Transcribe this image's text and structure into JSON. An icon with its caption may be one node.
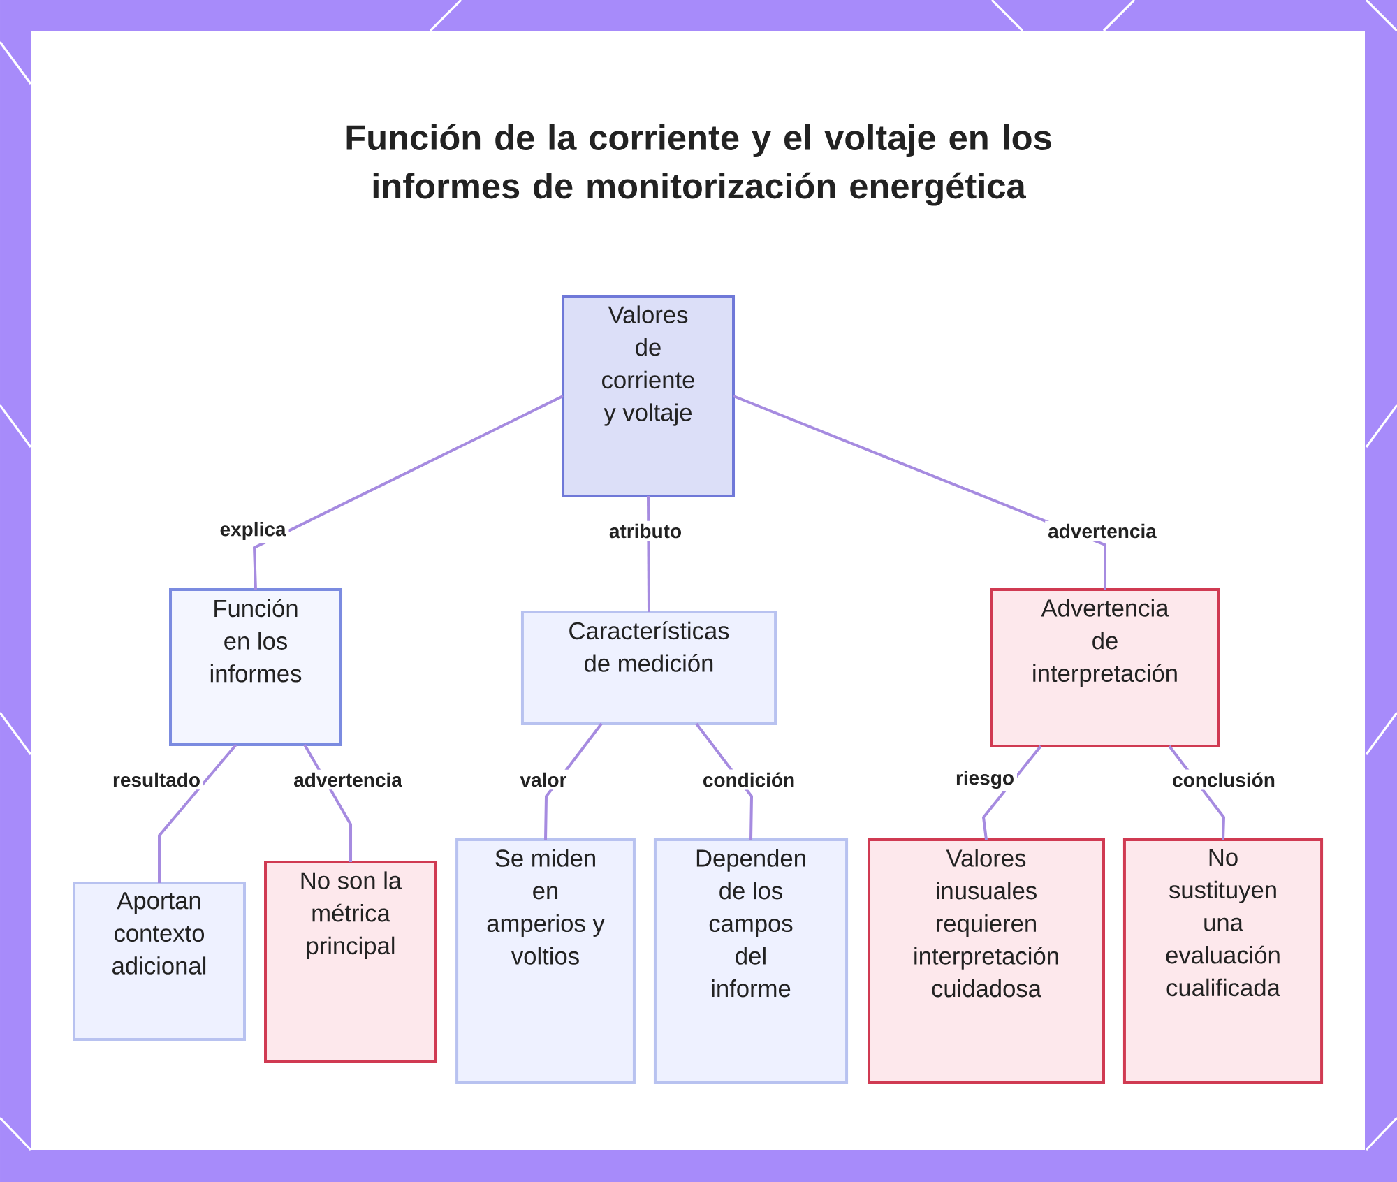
{
  "diagram": {
    "title": "Función de la corriente y el voltaje en los informes de monitorización energética",
    "nodes": [
      {
        "text": [
          "Valores de corriente y voltaje"
        ]
      },
      {
        "text": [
          "Función en los informes"
        ]
      },
      {
        "text": [
          "Características de medición"
        ]
      },
      {
        "text": [
          "Advertencia de interpretación"
        ]
      },
      {
        "text": [
          "Aportan contexto adicional"
        ]
      },
      {
        "text": [
          "No son la métrica principal"
        ]
      },
      {
        "text": [
          "Se miden en amperios y voltios"
        ]
      },
      {
        "text": [
          "Dependen de los campos del informe"
        ]
      },
      {
        "text": [
          "Valores inusuales requieren interpretación cuidadosa"
        ]
      },
      {
        "text": [
          "No sustituyen una evaluación cualificada"
        ]
      }
    ],
    "edges": [
      {
        "from": 0,
        "to": 1,
        "arrow": "none",
        "label": "explica"
      },
      {
        "from": 0,
        "to": 2,
        "arrow": "none",
        "label": "atributo"
      },
      {
        "from": 0,
        "to": 3,
        "arrow": "none",
        "label": "advertencia"
      },
      {
        "from": 1,
        "to": 4,
        "arrow": "none",
        "label": "resultado"
      },
      {
        "from": 1,
        "to": 5,
        "arrow": "none",
        "label": "advertencia"
      },
      {
        "from": 2,
        "to": 6,
        "arrow": "none",
        "label": "valor"
      },
      {
        "from": 2,
        "to": 7,
        "arrow": "none",
        "label": "condición"
      },
      {
        "from": 3,
        "to": 8,
        "arrow": "none",
        "label": "riesgo"
      },
      {
        "from": 3,
        "to": 9,
        "arrow": "none",
        "label": "conclusión"
      }
    ]
  }
}
